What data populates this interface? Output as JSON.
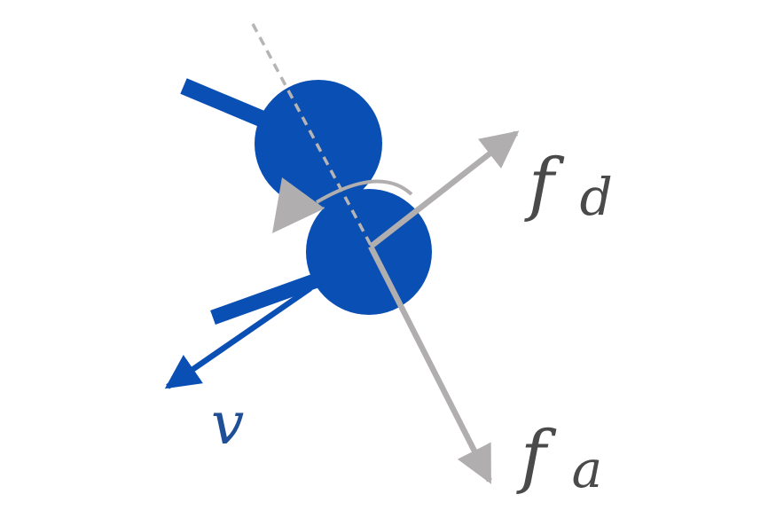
{
  "labels": {
    "velocity": "v",
    "force_d_main": "f",
    "force_d_sub": "d",
    "force_a_main": "f",
    "force_a_sub": "a"
  },
  "colors": {
    "blue": "#0a4fb3",
    "gray": "#b0aeae",
    "dark_gray": "#4a4a4a",
    "label_blue": "#1f4f96",
    "background": "#ffffff"
  }
}
